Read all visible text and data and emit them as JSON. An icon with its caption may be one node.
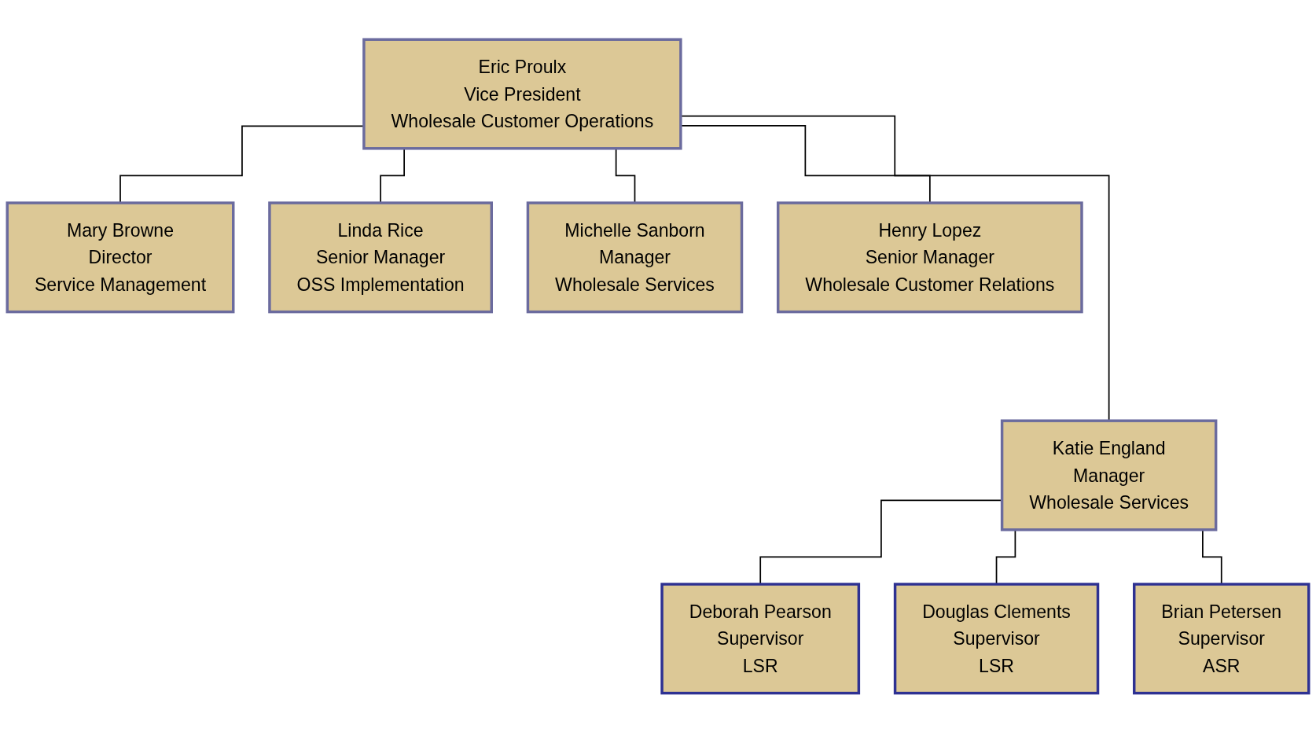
{
  "diagram": {
    "nodes": [
      {
        "text": [
          "Eric Proulx",
          "Vice President",
          "Wholesale Customer Operations"
        ]
      },
      {
        "text": [
          "Mary Browne",
          "Director",
          "Service Management"
        ]
      },
      {
        "text": [
          "Linda Rice",
          "Senior Manager",
          "OSS Implementation"
        ]
      },
      {
        "text": [
          "Michelle Sanborn",
          "Manager",
          "Wholesale Services"
        ]
      },
      {
        "text": [
          "Henry Lopez",
          "Senior Manager",
          "Wholesale Customer Relations"
        ]
      },
      {
        "text": [
          "Katie England",
          "Manager",
          "Wholesale Services"
        ]
      },
      {
        "text": [
          "Deborah Pearson",
          "Supervisor",
          "LSR"
        ]
      },
      {
        "text": [
          "Douglas Clements",
          "Supervisor",
          "LSR"
        ]
      },
      {
        "text": [
          "Brian Petersen",
          "Supervisor",
          "ASR"
        ]
      }
    ],
    "edges": [
      {
        "from": 0,
        "to": 1,
        "arrow": "none"
      },
      {
        "from": 0,
        "to": 2,
        "arrow": "none"
      },
      {
        "from": 0,
        "to": 3,
        "arrow": "none"
      },
      {
        "from": 0,
        "to": 4,
        "arrow": "none"
      },
      {
        "from": 0,
        "to": 5,
        "arrow": "none"
      },
      {
        "from": 5,
        "to": 6,
        "arrow": "none"
      },
      {
        "from": 5,
        "to": 7,
        "arrow": "none"
      },
      {
        "from": 5,
        "to": 8,
        "arrow": "none"
      }
    ]
  }
}
